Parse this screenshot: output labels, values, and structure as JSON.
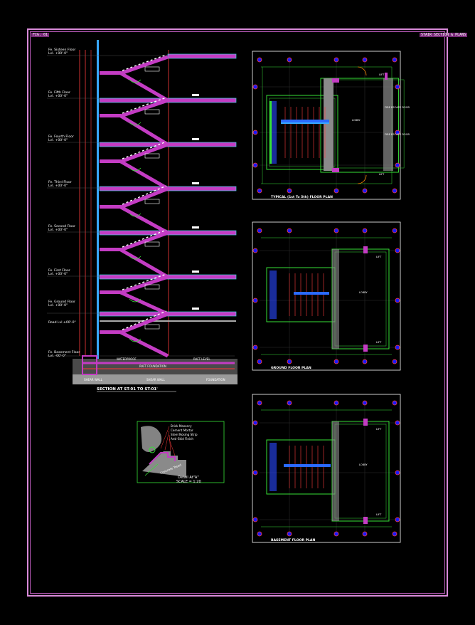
{
  "sheet": {
    "corner_left": "FIG. 01",
    "corner_right": "STAIR SECTION & PLANS"
  },
  "section": {
    "caption": "SECTION AT ST-01 TO ST-01'",
    "levels": [
      {
        "name": "Fe. Sixteen Floor",
        "level": "Lvl. +00'-0\""
      },
      {
        "name": "Fe. Fifth Floor",
        "level": "Lvl. +00'-0\""
      },
      {
        "name": "Fe. Fourth Floor",
        "level": "Lvl. +00'-0\""
      },
      {
        "name": "Fe. Third Floor",
        "level": "Lvl. +00'-0\""
      },
      {
        "name": "Fe. Second Floor",
        "level": "Lvl. +00'-0\""
      },
      {
        "name": "Fe. First Floor",
        "level": "Lvl. +00'-0\""
      },
      {
        "name": "Fe. Ground Floor",
        "level": "Lvl. +00'-0\""
      },
      {
        "name": "Fe. Basement Floor",
        "level": "Lvl. -00'-0\""
      }
    ],
    "ground_note": "Road Lvl ±00'-0\"",
    "foundation_labels": [
      "WATERPROOF",
      "RAFT FOUNDATION",
      "RAFT LEVEL"
    ],
    "base_labels": [
      "SHEAR WALL",
      "SHEAR WALL",
      "FOUNDATION"
    ]
  },
  "detail": {
    "notes": [
      "Brick Masonry",
      "Cement Mortar",
      "Steel Nosing Strip",
      "Anti-Skid Finish"
    ],
    "tread_note": "Concrete Tread",
    "title": "Detail At\"A\"",
    "scale": "SCALE = 1:20"
  },
  "plans": [
    {
      "title": "TYPICAL (1st To 5th) FLOOR PLAN",
      "lobby": "LOBBY",
      "lift1": "LIFT",
      "lift2": "LIFT",
      "note_a": "FIRE ESCAPE DOOR",
      "note_b": "FIRE ESCAPE DOOR"
    },
    {
      "title": "GROUND FLOOR PLAN",
      "lobby": "LOBBY",
      "lift1": "LIFT",
      "lift2": "LIFT",
      "note_a": "",
      "note_b": ""
    },
    {
      "title": "BASEMENT FLOOR PLAN",
      "lobby": "LOBBY",
      "lift1": "LIFT",
      "lift2": "LIFT",
      "note_a": "",
      "note_b": ""
    }
  ]
}
